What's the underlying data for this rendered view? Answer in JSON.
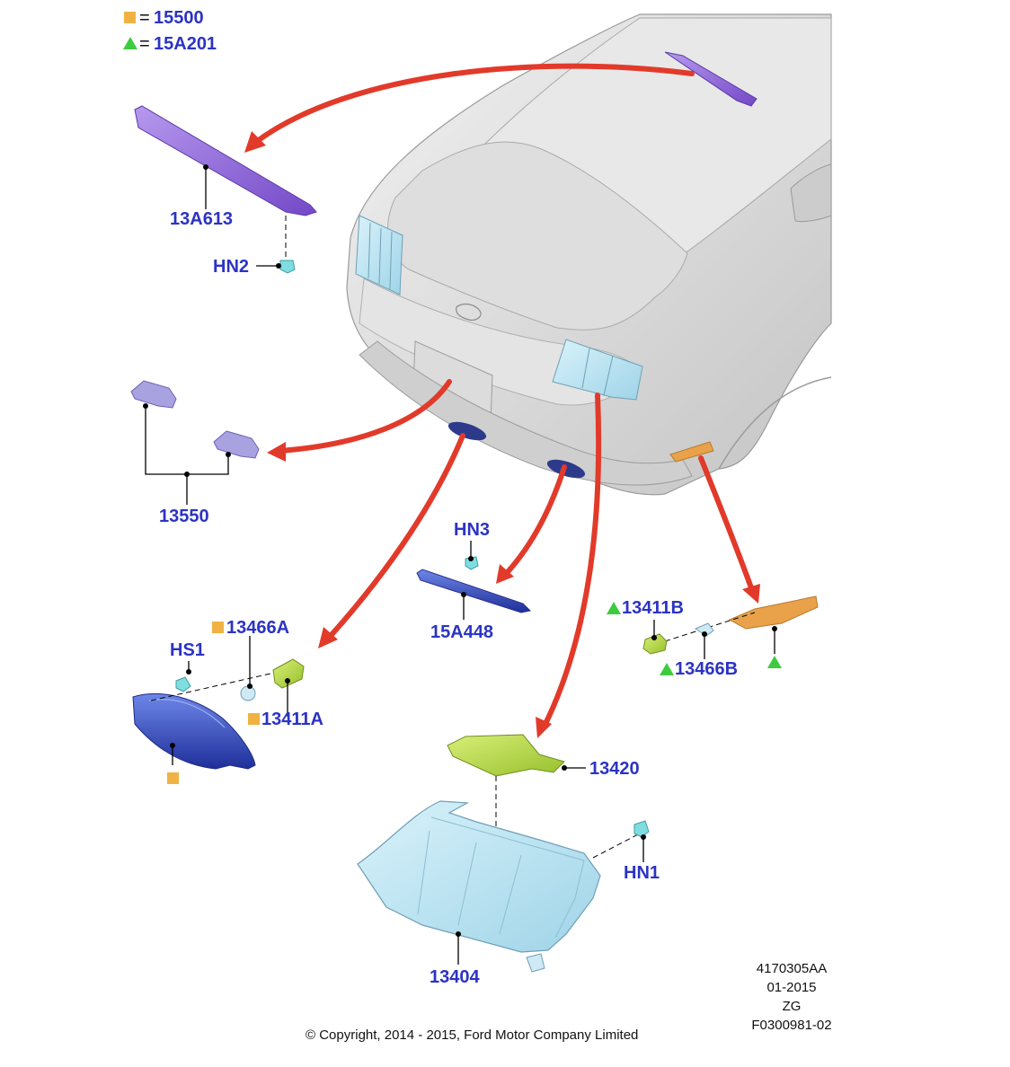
{
  "legend": {
    "square": {
      "code": "15500",
      "color": "#f0b243"
    },
    "triangle": {
      "code": "15A201",
      "color": "#3ecb3e"
    },
    "equals": "="
  },
  "colors": {
    "label": "#2b33c4",
    "arrow": "#e23a2a",
    "car_body": "#d6d6d6",
    "light_blue": "#b8e4f2",
    "purple": "#8b63d6",
    "navy": "#3a4fc4",
    "amber": "#e9a24a",
    "lime": "#b6d84a"
  },
  "parts": {
    "p13A613": "13A613",
    "hn2": "HN2",
    "p13550": "13550",
    "hn3": "HN3",
    "p15A448": "15A448",
    "p13466A": "13466A",
    "hs1": "HS1",
    "p13411A": "13411A",
    "p13411B": "13411B",
    "p13466B": "13466B",
    "p13420": "13420",
    "hn1": "HN1",
    "p13404": "13404"
  },
  "meta": {
    "line1": "4170305AA",
    "line2": "01-2015",
    "line3": "ZG",
    "line4": "F0300981-02"
  },
  "copyright": "© Copyright, 2014 - 2015, Ford Motor Company Limited"
}
